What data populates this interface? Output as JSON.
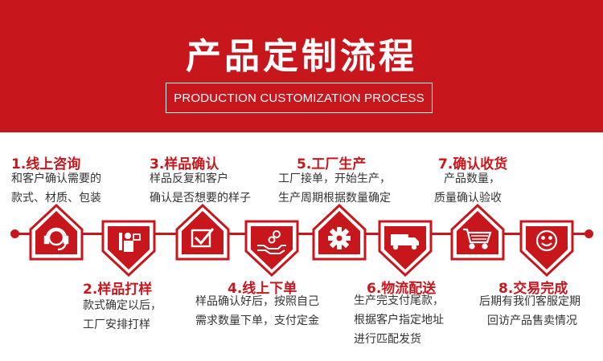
{
  "header": {
    "title": "产品定制流程",
    "subtitle": "PRODUCTION CUSTOMIZATION PROCESS"
  },
  "colors": {
    "accent": "#c8161d",
    "text": "#333333"
  },
  "steps": [
    {
      "title": "1.线上咨询",
      "lines": [
        "和客户确认需要的",
        "款式、材质、包装"
      ],
      "icon": "customer-service-icon"
    },
    {
      "title": "2.样品打样",
      "lines": [
        "款式确定以后，",
        "工厂安排打样"
      ],
      "icon": "worker-icon"
    },
    {
      "title": "3.样品确认",
      "lines": [
        "样品反复和客户",
        "确认是否想要的样子"
      ],
      "icon": "checkbox-icon"
    },
    {
      "title": "4.线上下单",
      "lines": [
        "样品确认好后，按照自己",
        "需求数量下单，支付定金"
      ],
      "icon": "payment-hand-icon"
    },
    {
      "title": "5.工厂生产",
      "lines": [
        "工厂接单，开始生产，",
        "生产周期根据数量确定"
      ],
      "icon": "gear-icon"
    },
    {
      "title": "6.物流配送",
      "lines": [
        "生产完支付尾款，",
        "根据客户指定地址",
        "进行匹配发货"
      ],
      "icon": "delivery-truck-icon"
    },
    {
      "title": "7.确认收货",
      "lines": [
        "产品数量，",
        "质量确认验收"
      ],
      "icon": "shopping-cart-icon"
    },
    {
      "title": "8.交易完成",
      "lines": [
        "后期有我们客服定期",
        "回访产品售卖情况"
      ],
      "icon": "smiley-face-icon"
    }
  ]
}
